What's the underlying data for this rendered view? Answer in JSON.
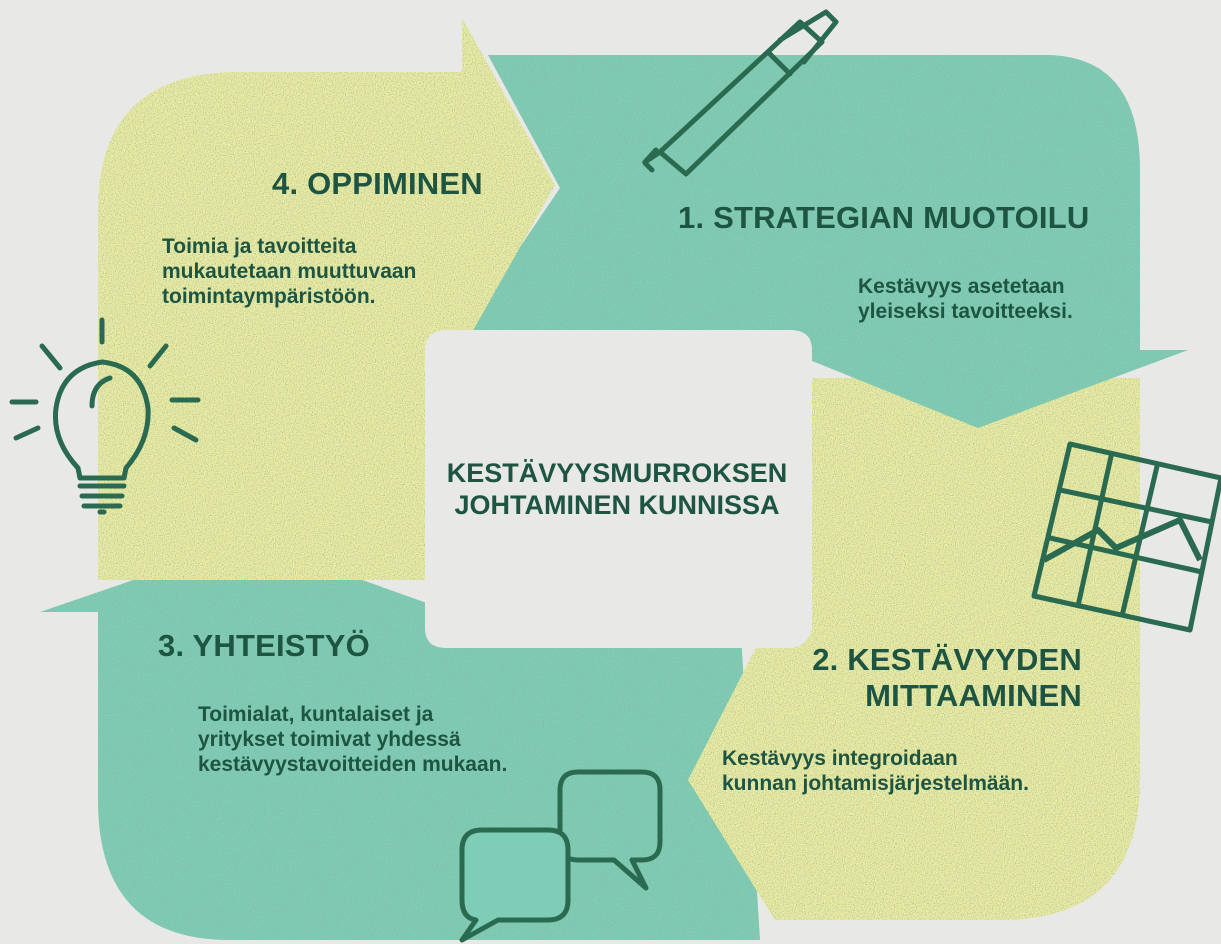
{
  "colors": {
    "background": "#e8e8e6",
    "teal": "#7ecdb6",
    "teal_shade": "#5fb89e",
    "yellow": "#eeeda0",
    "yellow_shade": "#cfd38a",
    "text": "#1d5542",
    "icon": "#2a6a50"
  },
  "center": {
    "title": "KESTÄVYYSMURROKSEN\nJOHTAMINEN KUNNISSA"
  },
  "steps": [
    {
      "id": "1",
      "title": "1. STRATEGIAN MUOTOILU",
      "text": "Kestävyys asetetaan\nyleiseksi tavoitteeksi.",
      "color": "teal",
      "icon": "pen-icon"
    },
    {
      "id": "2",
      "title": "2. KESTÄVYYDEN\nMITTAAMINEN",
      "text": "Kestävyys integroidaan\nkunnan johtamisjärjestelmään.",
      "color": "yellow",
      "icon": "line-chart-icon"
    },
    {
      "id": "3",
      "title": "3. YHTEISTYÖ",
      "text": "Toimialat, kuntalaiset ja\nyritykset toimivat yhdessä\nkestävyystavoitteiden mukaan.",
      "color": "teal",
      "icon": "speech-bubbles-icon"
    },
    {
      "id": "4",
      "title": "4. OPPIMINEN",
      "text": "Toimia ja tavoitteita\nmukautetaan muuttuvaan\ntoimintaympäristöön.",
      "color": "yellow",
      "icon": "light-bulb-icon"
    }
  ]
}
